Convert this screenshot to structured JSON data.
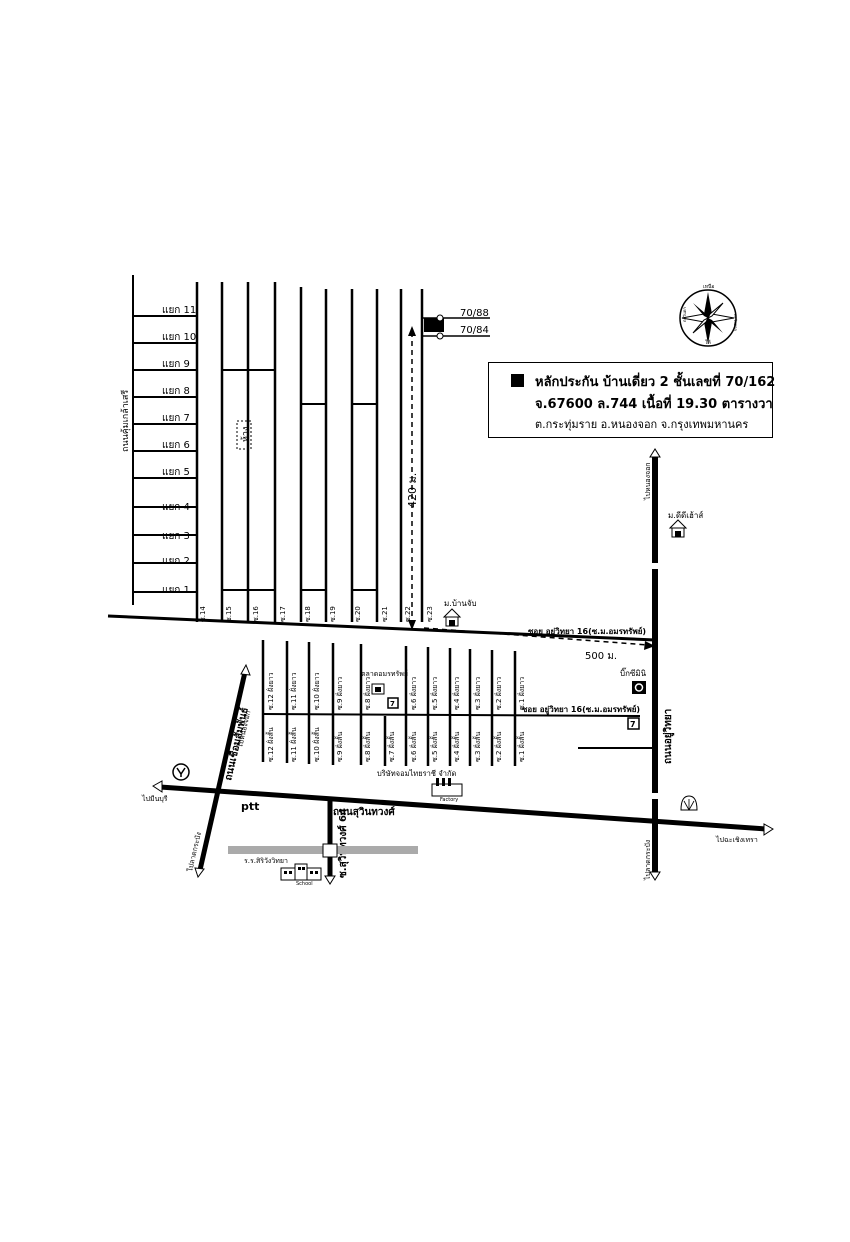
{
  "info": {
    "line1": "หลักประกัน บ้านเดี่ยว 2 ชั้นเลขที่ 70/162",
    "line2": "จ.67600  ล.744  เนื้อที่ 19.30 ตารางวา",
    "line3": "ต.กระทุ่มราย อ.หนองจอก จ.กรุงเทพมหานคร"
  },
  "lot_labels": [
    "70/88",
    "70/84"
  ],
  "left_road": "ถนนคุ้มเกล้าเสรี",
  "branches": [
    "แยก 11",
    "แยก 10",
    "แยก 9",
    "แยก 8",
    "แยก 7",
    "แยก 6",
    "แยก 5",
    "แยก 4",
    "แยก 3",
    "แยก 2",
    "แยก 1"
  ],
  "upper_sois": [
    "ซ.14",
    "ซ.15",
    "ซ.16",
    "ซ.17",
    "ซ.18",
    "ซ.19",
    "ซ.20",
    "ซ.21",
    "ซ.22",
    "ซ.23"
  ],
  "lower_sois_top": [
    "ซ.12 ฝั่งยาว",
    "ซ.11 ฝั่งยาว",
    "ซ.10 ฝั่งยาว",
    "ซ.9 ฝั่งยาว",
    "ซ.8 ฝั่งยาว",
    "ซ.6 ฝั่งยาว",
    "ซ.5 ฝั่งยาว",
    "ซ.4 ฝั่งยาว",
    "ซ.3 ฝั่งยาว",
    "ซ.2 ฝั่งยาว",
    "ซ.1 ฝั่งยาว"
  ],
  "lower_sois_bottom": [
    "ซ.12 ฝั่งสั้น",
    "ซ.11 ฝั่งสั้น",
    "ซ.10 ฝั่งสั้น",
    "ซ.9 ฝั่งสั้น",
    "ซ.8 ฝั่งสั้น",
    "ซ.7 ฝั่งสั้น",
    "ซ.6 ฝั่งสั้น",
    "ซ.5 ฝั่งสั้น",
    "ซ.4 ฝั่งสั้น",
    "ซ.3 ฝั่งสั้น",
    "ซ.2 ฝั่งสั้น",
    "ซ.1 ฝั่งสั้น"
  ],
  "distances": {
    "vertical": "420 ม.",
    "horizontal": "500 ม."
  },
  "roads": {
    "soi_upper": "ซอย อยู่วิทยา 16(ซ.ม.อมรทรัพย์)",
    "soi_lower": "ซอย อยู่วิทยา 16(ซ.ม.อมรทรัพย์)",
    "main_vertical": "ถนนอยู่วิทยา",
    "to_nongchok": "ไปหนองจอก",
    "to_latkrabang_right": "ไปลาดกระบัง",
    "suwinthawong": "ถนนสุวินทวงศ์",
    "to_minburi": "ไปมีนบุรี",
    "to_chachoengsao": "ไปฉะเชิงเทรา",
    "chueam_samphan": "ถนนเชื่อมสัมพันธ์",
    "to_nongchok_left": "ไปหนองจอก",
    "to_latkrabang_left": "ไปลาดกระบัง",
    "suwinthawong_64": "ซ.สุวินทวงศ์ 64"
  },
  "landmarks": {
    "mooban_ban_japlan": "ม.บ้านจับ",
    "mooban_dd_house": "ม.ดีดีเฮ้าส์",
    "bigc": "บิ๊กซีมินิ",
    "market": "ตลาดอมรทรัพย์",
    "company": "บริษัทจอมไทยราชี จำกัด",
    "factory": "Factory",
    "school": "ร.ร.สิริวังวิทยา",
    "school_tag": "School",
    "mall": "ห้าง",
    "ptt": "ptt"
  },
  "compass": {
    "north": "เหนือ",
    "south": "ใต้",
    "east": "ตะวันออก",
    "west": "ตะวันตก"
  }
}
